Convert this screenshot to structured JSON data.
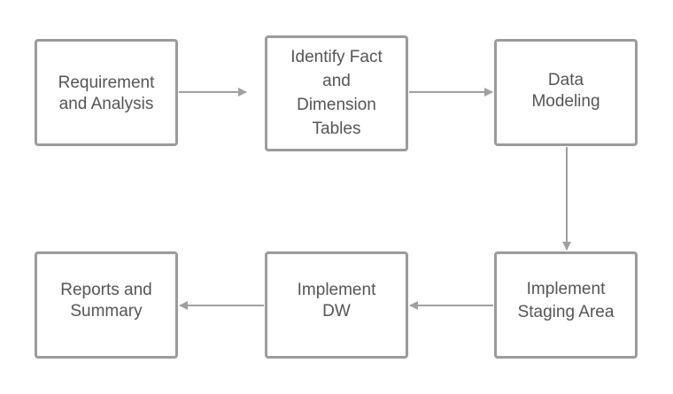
{
  "diagram": {
    "nodes": [
      {
        "id": "requirement",
        "label": "Requirement\nand Analysis"
      },
      {
        "id": "identify",
        "label": "Identify Fact\nand\nDimension\nTables"
      },
      {
        "id": "modeling",
        "label": "Data\nModeling"
      },
      {
        "id": "reports",
        "label": "Reports and\nSummary"
      },
      {
        "id": "implement-dw",
        "label": "Implement\nDW"
      },
      {
        "id": "staging",
        "label": "Implement\nStaging Area"
      }
    ],
    "edges": [
      {
        "from": "requirement",
        "to": "identify"
      },
      {
        "from": "identify",
        "to": "modeling"
      },
      {
        "from": "modeling",
        "to": "staging"
      },
      {
        "from": "staging",
        "to": "implement-dw"
      },
      {
        "from": "implement-dw",
        "to": "reports"
      }
    ],
    "colors": {
      "border": "#9b9b9b",
      "text": "#555555",
      "arrow": "#a0a0a0",
      "background": "#ffffff"
    }
  }
}
